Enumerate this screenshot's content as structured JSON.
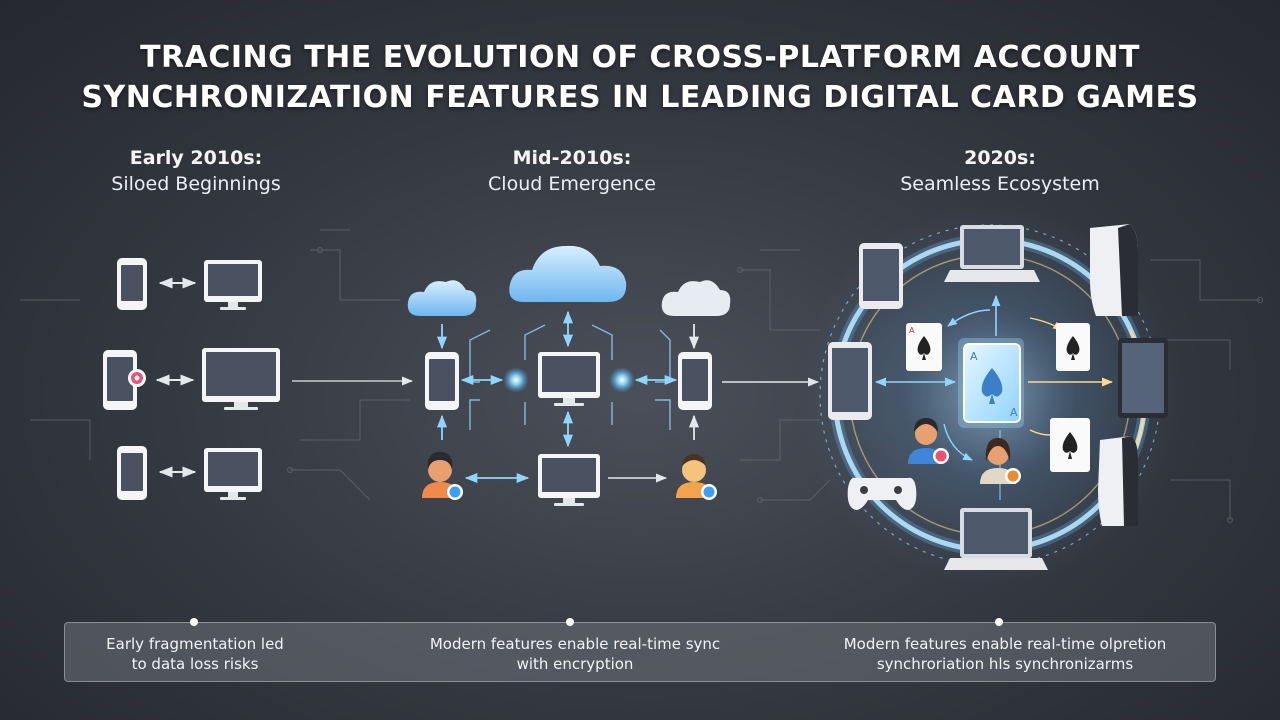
{
  "title": {
    "line1": "TRACING THE EVOLUTION OF CROSS-PLATFORM ACCOUNT",
    "line2": "SYNCHRONIZATION FEATURES IN LEADING DIGITAL CARD GAMES"
  },
  "eras": [
    {
      "year": "Early 2010s:",
      "subtitle": "Siloed Beginnings"
    },
    {
      "year": "Mid-2010s:",
      "subtitle": "Cloud Emergence"
    },
    {
      "year": "2020s:",
      "subtitle": "Seamless Ecosystem"
    }
  ],
  "notes": [
    {
      "line1": "Early fragmentation led",
      "line2": "to data loss risks"
    },
    {
      "line1": "Modern features enable real-time sync",
      "line2": "with encryption"
    },
    {
      "line1": "Modern features enable real-time olpretion",
      "line2": "synchroriation hls synchronizarms"
    }
  ],
  "colors": {
    "accent_blue": "#6cc8ff",
    "glow_gold": "#ffd88a",
    "pin_pink": "#f0506e",
    "pin_blue": "#3aa0ff"
  }
}
